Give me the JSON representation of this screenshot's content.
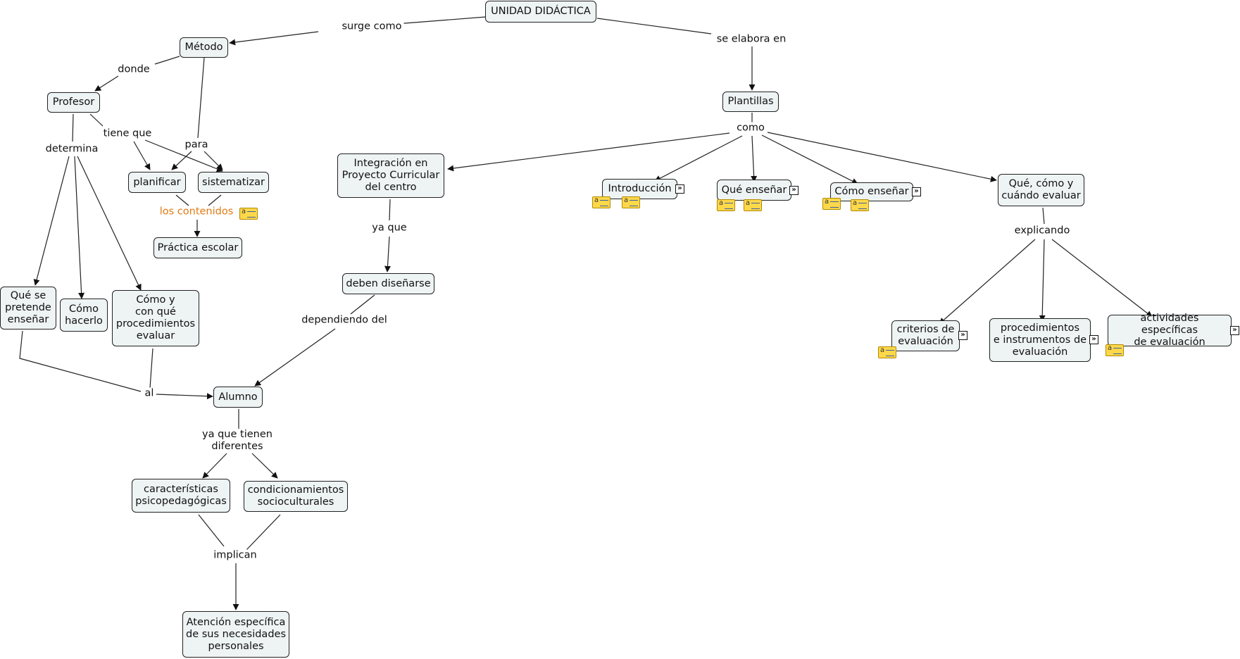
{
  "concepts": {
    "unidad": "UNIDAD DIDÁCTICA",
    "metodo": "Método",
    "profesor": "Profesor",
    "planificar": "planificar",
    "sistematizar": "sistematizar",
    "practica": "Práctica escolar",
    "que_pretende": "Qué se\npretende\nenseñar",
    "como_hacerlo": "Cómo\nhacerlo",
    "como_procedimientos": "Cómo y\ncon qué\nprocedimientos\nevaluar",
    "alumno": "Alumno",
    "caracteristicas": "características\npsicopedagógicas",
    "condicionamientos": "condicionamientos\nsocioculturales",
    "atencion": "Atención específica\nde sus necesidades\npersonales",
    "plantillas": "Plantillas",
    "integracion": "Integración en\nProyecto Curricular\ndel centro",
    "deben": "deben diseñarse",
    "introduccion": "Introducción",
    "que_ensenar": "Qué enseñar",
    "como_ensenar": "Cómo enseñar",
    "que_como_cuando": "Qué, cómo y\ncuándo evaluar",
    "criterios": "criterios de\nevaluación",
    "procedimientos": "procedimientos\ne instrumentos de\nevaluación",
    "actividades": "actividades específicas\nde evaluación"
  },
  "linking_phrases": {
    "surge_como": "surge como",
    "se_elabora_en": "se elabora en",
    "donde": "donde",
    "tiene_que": "tiene que",
    "para": "para",
    "determina": "determina",
    "los_contenidos": "los contenidos",
    "al": "al",
    "ya_que_tienen": "ya que tienen\ndiferentes",
    "implican": "implican",
    "como": "como",
    "ya_que": "ya que",
    "dependiendo_del": "dependiendo del",
    "explicando": "explicando"
  },
  "colors": {
    "concept_fill": "#eef3f4",
    "line": "#222222",
    "highlight_phrase": "#e07b12",
    "note_icon": "#ffd84a"
  },
  "icons": [
    "expand-submap-icon",
    "annotation-note-icon"
  ]
}
